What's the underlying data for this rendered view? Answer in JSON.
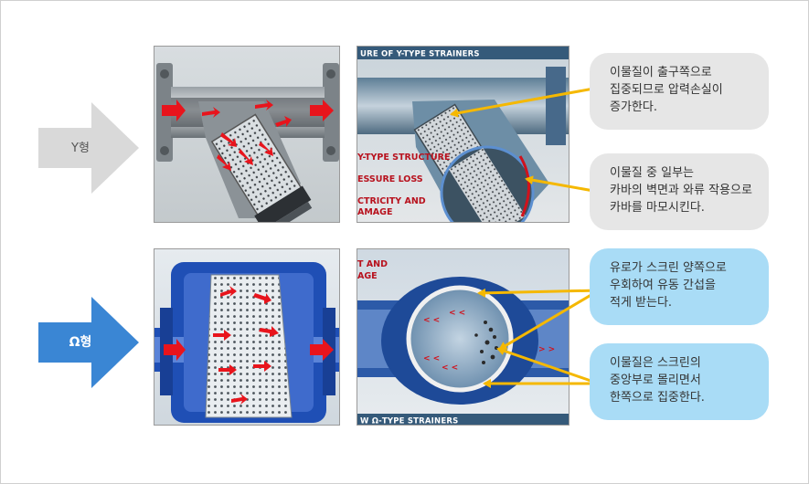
{
  "row_y": {
    "arrow_label": "Y형",
    "panel_right_banner": "URE OF Y-TYPE STRAINERS",
    "panel_right_captions": [
      "Y-TYPE STRUCTURE",
      "ESSURE LOSS",
      "CTRICITY AND",
      "AMAGE"
    ],
    "bubble_1": [
      "이물질이 출구쪽으로",
      "집중되므로 압력손실이",
      "증가한다."
    ],
    "bubble_2": [
      "이물질 중 일부는",
      "카바의 벽면과 와류 작용으로",
      "카바를 마모시킨다."
    ]
  },
  "row_omega": {
    "arrow_label": "Ω형",
    "panel_right_top_captions": [
      "T AND",
      "AGE"
    ],
    "panel_right_banner": "W Ω-TYPE STRAINERS",
    "bubble_1": [
      "유로가 스크린 양쪽으로",
      "우회하여 유동 간섭을",
      "적게 받는다."
    ],
    "bubble_2": [
      "이물질은 스크린의",
      "중앙부로 몰리면서",
      "한쪽으로 집중한다."
    ]
  },
  "colors": {
    "y_arrow": "#d9d9d9",
    "omega_arrow": "#3a86d4",
    "gray_bubble": "#e6e6e6",
    "blue_bubble": "#a9dcf6",
    "callout_line": "#f5b800",
    "flow_arrow": "#e8141c"
  }
}
